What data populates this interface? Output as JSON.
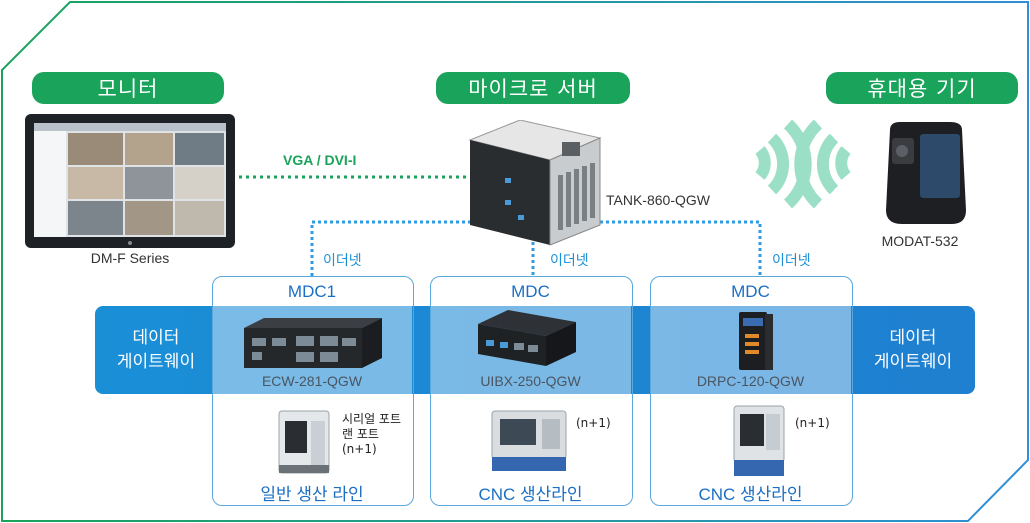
{
  "monitor": {
    "header": "모니터",
    "model": "DM-F Series"
  },
  "server": {
    "header": "마이크로 서버",
    "model": "TANK-860-QGW"
  },
  "mobile": {
    "header": "휴대용 기기",
    "model": "MODAT-532"
  },
  "link_label": "VGA / DVI-I",
  "ethernet_label": "이더넷",
  "gateway_label": {
    "line1": "데이터",
    "line2": "게이트웨이"
  },
  "units": [
    {
      "title": "MDC1",
      "model": "ECW-281-QGW",
      "note": [
        "시리얼 포트",
        "랜 포트",
        "(n+1)"
      ],
      "line": "일반 생산 라인"
    },
    {
      "title": "MDC",
      "model": "UIBX-250-QGW",
      "note": [
        "(n+1)"
      ],
      "line": "CNC 생산라인"
    },
    {
      "title": "MDC",
      "model": "DRPC-120-QGW",
      "note": [
        "(n+1)"
      ],
      "line": "CNC 생산라인"
    }
  ],
  "colors": {
    "accent_green": "#1aa35a",
    "gateway_blue": "#1a8fd6",
    "ethernet_blue": "#2f9be0"
  }
}
